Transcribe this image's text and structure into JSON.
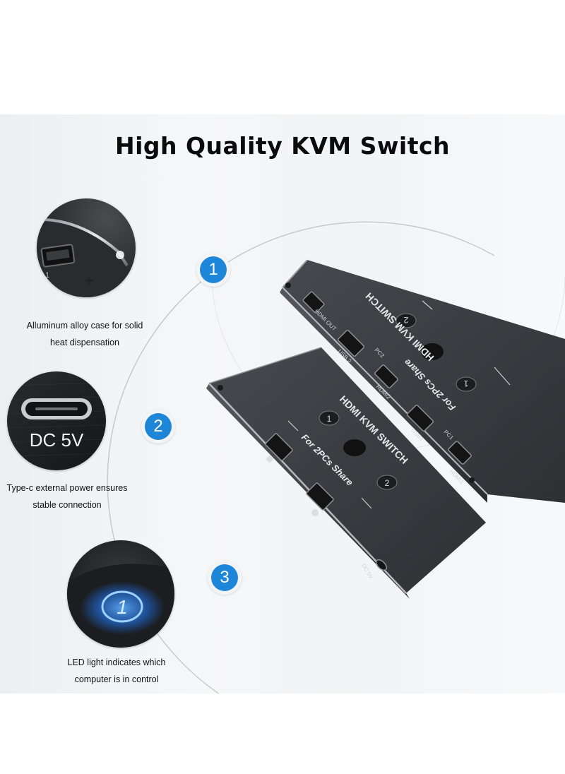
{
  "title": "High Quality KVM Switch",
  "features": [
    {
      "number": "1",
      "caption_line1": "Alluminum alloy case for solid",
      "caption_line2": "heat dispensation"
    },
    {
      "number": "2",
      "caption_line1": "Type-c external power ensures",
      "caption_line2": "stable connection"
    },
    {
      "number": "3",
      "caption_line1": "LED light indicates which",
      "caption_line2": "computer is in control"
    }
  ],
  "closeups": {
    "port_number": "1",
    "plus_sign": "+",
    "power_label": "DC 5V",
    "led_number": "1"
  },
  "device_back": {
    "label": "HDMI KVM SWITCH",
    "sublabel": "For 2PCs Share",
    "hdmi_out": "HDMI  OUT",
    "usb2": "USB 2",
    "pc2": "PC2",
    "hdmi2": "HDMI2",
    "usb1": "USB1",
    "pc1": "PC1",
    "hdmi1": "HDMI1",
    "btn1": "1",
    "btn2": "2"
  },
  "device_front": {
    "label": "HDMI KVM SWITCH",
    "sublabel": "For 2PCs Share",
    "dc": "DC 5V",
    "btn1": "1",
    "btn2": "2"
  },
  "colors": {
    "accent": "#1e86d9",
    "device_body": "#3a3b3f",
    "led_glow": "#2a8cff"
  }
}
